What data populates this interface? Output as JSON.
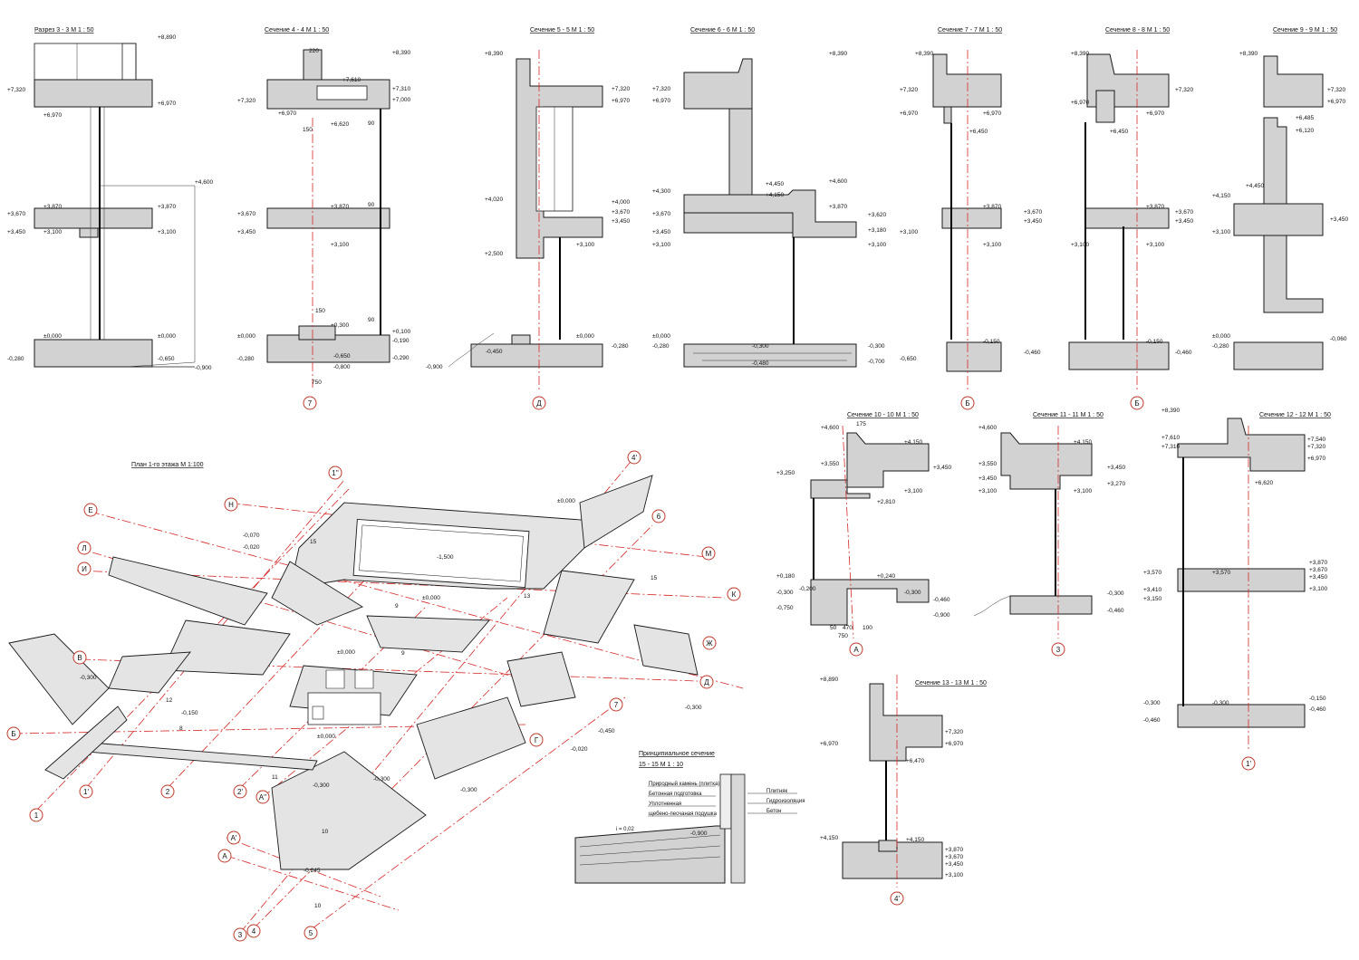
{
  "titles": {
    "s33": "Разрез 3 - 3  М 1 : 50",
    "s44": "Сечение  4 - 4  М 1 : 50",
    "s55": "Сечение  5 - 5  М 1 : 50",
    "s66": "Сечение  6 - 6  М 1 : 50",
    "s77": "Сечение  7 - 7  М 1 : 50",
    "s88": "Сечение  8 - 8  М 1 : 50",
    "s99": "Сечение  9 - 9  М 1 : 50",
    "s1010": "Сечение  10 - 10  М 1 : 50",
    "s1111": "Сечение  11 - 11  М 1 : 50",
    "s1212": "Сечение  12 - 12  М 1 : 50",
    "s1313": "Сечение  13 - 13  М 1 : 50",
    "plan": "План 1-го этажа М 1:100",
    "detail1": "Принципиальное сечение",
    "detail2": "15 - 15  М 1 : 10"
  },
  "levels": {
    "p8890": "+8,890",
    "p8390": "+8,390",
    "p7610": "+7,610",
    "p7540": "+7,540",
    "p7320": "+7,320",
    "p7310": "+7,310",
    "p7000": "+7,000",
    "p6970": "+6,970",
    "p6620": "+6,620",
    "p6485": "+6,485",
    "p6470": "+6,470",
    "p6450": "+6,450",
    "p6120": "+6,120",
    "p4600": "+4,600",
    "p4450": "+4,450",
    "p4300": "+4,300",
    "p4150": "+4,150",
    "p4020": "+4,020",
    "p4000": "+4,000",
    "p3870": "+3,870",
    "p3670": "+3,670",
    "p3620": "+3,620",
    "p3570": "+3,570",
    "p3550": "+3,550",
    "p3450": "+3,450",
    "p3410": "+3,410",
    "p3270": "+3,270",
    "p3250": "+3,250",
    "p3180": "+3,180",
    "p3150": "+3,150",
    "p3100": "+3,100",
    "p2810": "+2,810",
    "p2500": "+2,500",
    "p0300": "+0,300",
    "p0180": "+0,180",
    "p0100": "+0,100",
    "p0240": "+0,240",
    "zero": "±0,000",
    "m0060": "-0,060",
    "m0150": "-0,150",
    "m0190": "-0,190",
    "m0200": "-0,200",
    "m0280": "-0,280",
    "m0290": "-0,290",
    "m0300": "-0,300",
    "m0450": "-0,450",
    "m0460": "-0,460",
    "m0480": "-0,480",
    "m0650": "-0,650",
    "m0700": "-0,700",
    "m0750": "-0,750",
    "m0800": "-0,800",
    "m0900": "-0,900",
    "m1500": "-1,500",
    "m0020": "-0,020",
    "m0070": "-0,070",
    "m0245": "-0,245"
  },
  "dims": {
    "d220": "220",
    "d150": "150",
    "d90": "90",
    "d750": "750",
    "d175": "175",
    "d50": "50",
    "d470": "470",
    "d100": "100"
  },
  "axes": {
    "a1": "1",
    "a1p": "1'",
    "a1pp": "1''",
    "a2": "2",
    "a2p": "2'",
    "a3": "3",
    "a4": "4",
    "a4p": "4'",
    "a5": "5",
    "a6": "6",
    "a7": "7",
    "aA": "А",
    "aAp": "А'",
    "aApp": "А''",
    "aB": "Б",
    "aV": "В",
    "aG": "Г",
    "aD": "Д",
    "aE": "Е",
    "aZh": "Ж",
    "aI": "И",
    "aK": "К",
    "aL": "Л",
    "aM": "М",
    "aN": "Н",
    "s9": "9",
    "s11": "11",
    "s12": "12",
    "s13": "13",
    "s15": "15",
    "s8": "8",
    "s10": "10"
  },
  "layers": {
    "l1": "Природный камень (плитка)",
    "l2": "Бетонная подготовка",
    "l3": "Уплотненная",
    "l4": "щебено-песчаная подушка",
    "r1": "Плитняк",
    "r2": "Гидроизоляция",
    "r3": "Бетон",
    "slope": "i = 0,02"
  }
}
